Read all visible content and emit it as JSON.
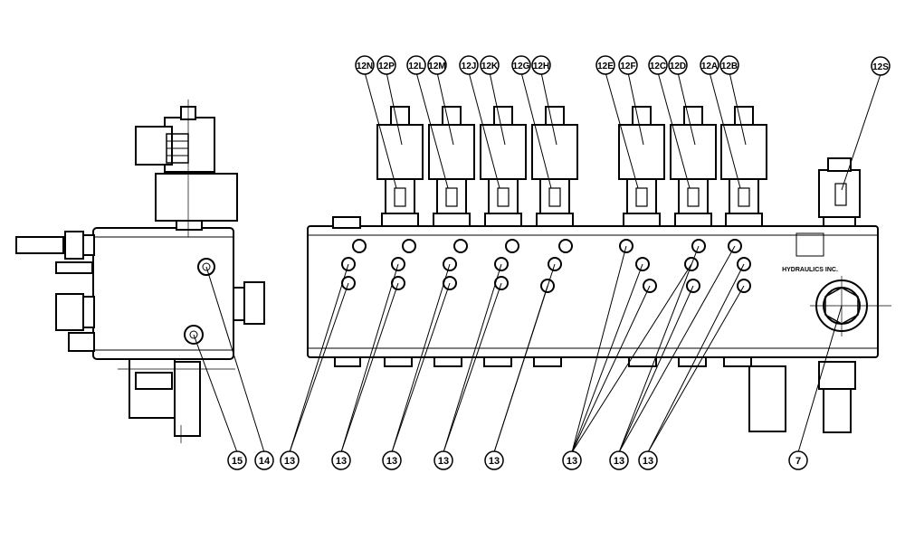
{
  "diagram": {
    "callouts_top": [
      "12N",
      "12P",
      "12L",
      "12M",
      "12J",
      "12K",
      "12G",
      "12H",
      "12E",
      "12F",
      "12C",
      "12D",
      "12A",
      "12B",
      "12S"
    ],
    "callouts_bottom": [
      "15",
      "14",
      "13",
      "13",
      "13",
      "13",
      "13",
      "13",
      "13",
      "13",
      "7"
    ],
    "block_markings": [
      "HYDRAULICS INC."
    ]
  }
}
